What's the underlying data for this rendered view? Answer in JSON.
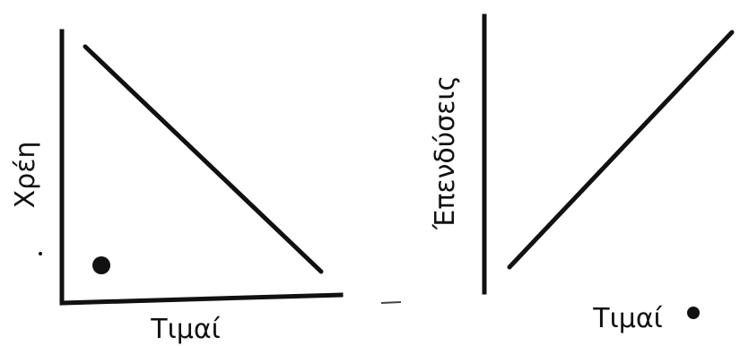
{
  "left_diagram": {
    "y_axis_label": "Χρέη",
    "x_axis_label": "Τιμαί"
  },
  "right_diagram": {
    "y_axis_label": "Έπενδύσεις",
    "x_axis_label": "Τιμαί"
  },
  "colors": {
    "ink": "#111111",
    "background": "#ffffff"
  }
}
